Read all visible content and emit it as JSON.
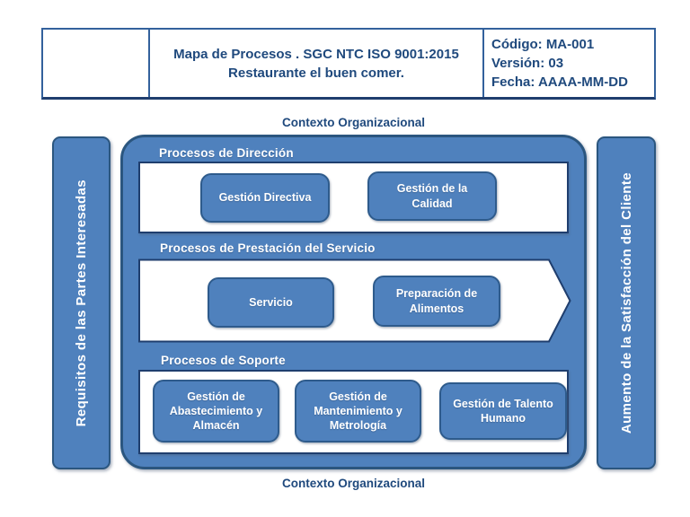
{
  "header": {
    "logo_cell": "",
    "title_line1": "Mapa de Procesos . SGC NTC ISO 9001:2015",
    "title_line2": "Restaurante el buen comer.",
    "code": "Código: MA-001",
    "version": "Versión: 03",
    "date": "Fecha: AAAA-MM-DD"
  },
  "context": {
    "top": "Contexto Organizacional",
    "bottom": "Contexto Organizacional"
  },
  "left_bar": {
    "label": "Requisitos de las Partes Interesadas"
  },
  "right_bar": {
    "label": "Aumento de la Satisfacción del Cliente"
  },
  "sections": {
    "direccion": {
      "label": "Procesos de Dirección",
      "boxes": [
        "Gestión Directiva",
        "Gestión de la Calidad"
      ]
    },
    "prestacion": {
      "label": "Procesos de Prestación del Servicio",
      "boxes": [
        "Servicio",
        "Preparación de Alimentos"
      ]
    },
    "soporte": {
      "label": "Procesos de Soporte",
      "boxes": [
        "Gestión de Abastecimiento y Almacén",
        "Gestión de Mantenimiento y Metrología",
        "Gestión de Talento Humano"
      ]
    }
  },
  "colors": {
    "shape_fill": "#4F81BD",
    "shape_border": "#2B567F",
    "panel_border": "#1F3E6E",
    "text_navy": "#1F497D",
    "text_white": "#FFFFFF"
  }
}
